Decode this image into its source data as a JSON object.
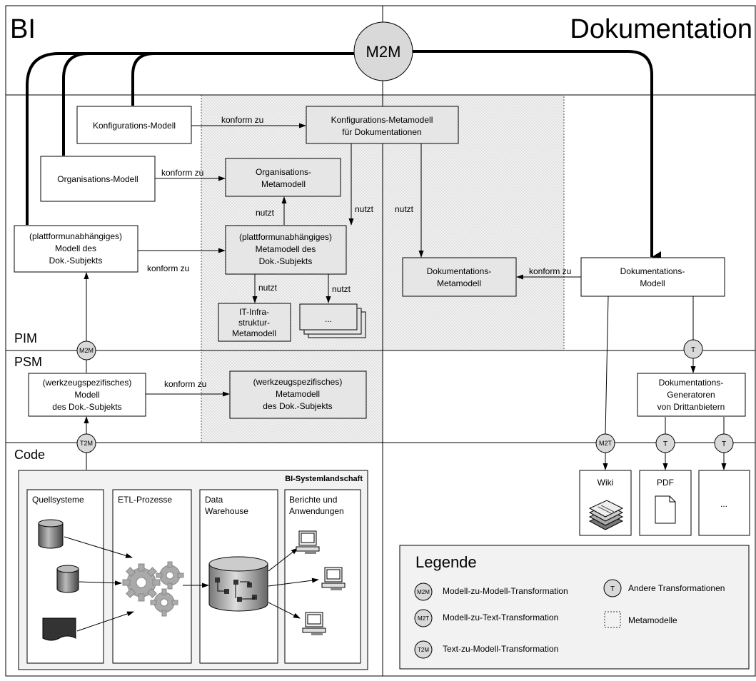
{
  "header": {
    "left_title": "BI",
    "right_title": "Dokumentation",
    "center_badge": "M2M"
  },
  "layers": {
    "pim": "PIM",
    "psm": "PSM",
    "code": "Code"
  },
  "boxes": {
    "konfig_modell": "Konfigurations-Modell",
    "konfig_meta": [
      "Konfigurations-Metamodell",
      "für Dokumentationen"
    ],
    "org_modell": "Organisations-Modell",
    "org_meta": [
      "Organisations-",
      "Metamodell"
    ],
    "pu_modell": [
      "(plattformunabhängiges)",
      "Modell des",
      "Dok.-Subjekts"
    ],
    "pu_meta": [
      "(plattformunabhängiges)",
      "Metamodell des",
      "Dok.-Subjekts"
    ],
    "it_meta": [
      "IT-Infra-",
      "struktur-",
      "Metamodell"
    ],
    "ellipsis_stack": "...",
    "dok_meta": [
      "Dokumentations-",
      "Metamodell"
    ],
    "dok_modell": [
      "Dokumentations-",
      "Modell"
    ],
    "ws_modell": [
      "(werkzeugspezifisches)",
      "Modell",
      "des Dok.-Subjekts"
    ],
    "ws_meta": [
      "(werkzeugspezifisches)",
      "Metamodell",
      "des Dok.-Subjekts"
    ],
    "generatoren": [
      "Dokumentations-",
      "Generatoren",
      "von Drittanbietern"
    ],
    "wiki": "Wiki",
    "pdf": "PDF",
    "more": "..."
  },
  "edge_labels": {
    "konform_zu": "konform zu",
    "nutzt": "nutzt"
  },
  "badges": {
    "m2m": "M2M",
    "t2m": "T2M",
    "m2t": "M2T",
    "t": "T"
  },
  "systemlandschaft": {
    "title": "BI-Systemlandschaft",
    "columns": [
      "Quellsysteme",
      "ETL-Prozesse",
      "Data Warehouse",
      "Berichte und Anwendungen"
    ],
    "col_lines": [
      [
        "Quellsysteme"
      ],
      [
        "ETL-Prozesse"
      ],
      [
        "Data",
        "Warehouse"
      ],
      [
        "Berichte und",
        "Anwendungen"
      ]
    ]
  },
  "legend": {
    "title": "Legende",
    "items": [
      {
        "badge": "M2M",
        "label": "Modell-zu-Modell-Transformation"
      },
      {
        "badge": "M2T",
        "label": "Modell-zu-Text-Transformation"
      },
      {
        "badge": "T2M",
        "label": "Text-zu-Modell-Transformation"
      },
      {
        "badge": "T",
        "label": "Andere Transformationen"
      },
      {
        "badge": "",
        "label": "Metamodelle"
      }
    ]
  }
}
